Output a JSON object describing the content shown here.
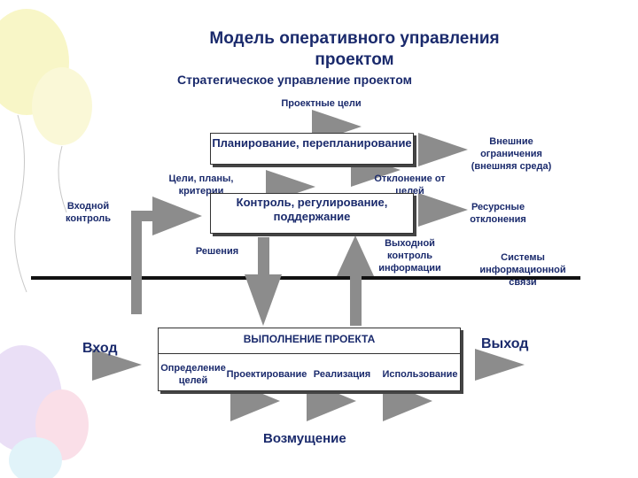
{
  "title": "Модель оперативного управления проектом",
  "subtitle": "Стратегическое управление проектом",
  "labels": {
    "project_goals": "Проектные цели",
    "planning": "Планирование, перепланирование",
    "external_constraints": "Внешние ограничения (внешняя среда)",
    "goals_plans": "Цели, планы, критерии",
    "deviation": "Отклонение от целей",
    "input_control": "Входной контроль",
    "control": "Контроль, регулирование, поддержание",
    "resource_deviations": "Ресурсные отклонения",
    "decisions": "Решения",
    "output_control": "Выходной контроль информации",
    "info_systems": "Системы информационной связи",
    "execution": "ВЫПОЛНЕНИЕ ПРОЕКТА",
    "input": "Вход",
    "output": "Выход",
    "disturbance": "Возмущение"
  },
  "execution_steps": [
    "Определение целей",
    "Проектирование",
    "Реализация",
    "Использование"
  ],
  "colors": {
    "text": "#1a2a6c",
    "arrow": "#8c8c8c",
    "line": "#111111"
  }
}
